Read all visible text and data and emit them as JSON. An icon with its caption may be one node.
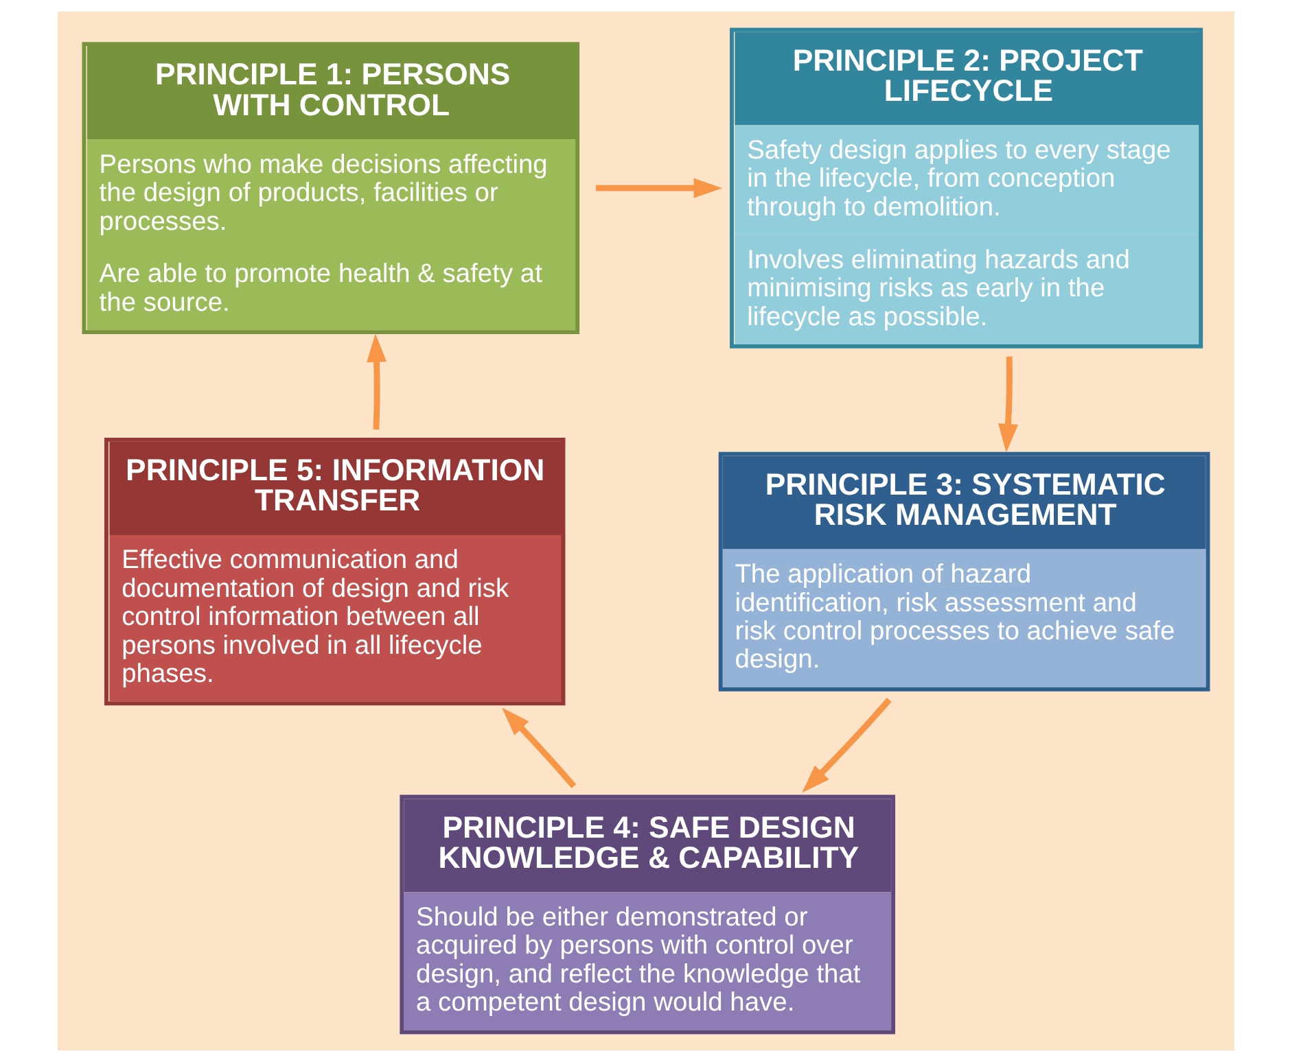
{
  "diagram": {
    "nodes": [
      {
        "text": [
          "PRINCIPLE 1: PERSONS WITH CONTROL",
          "Persons who make decisions affecting the design of products, facilities or processes.",
          "Are able to promote health & safety at the source."
        ]
      },
      {
        "text": [
          "PRINCIPLE 2: PROJECT LIFECYCLE",
          "Safety design applies to every stage in the lifecycle, from conception through to demolition.",
          "Involves eliminating hazards and minimising risks as early in the lifecycle as possible."
        ]
      },
      {
        "text": [
          "PRINCIPLE 3: SYSTEMATIC RISK MANAGEMENT",
          "The application of hazard identification, risk assessment and risk control processes to achieve safe design."
        ]
      },
      {
        "text": [
          "PRINCIPLE 4: SAFE DESIGN KNOWLEDGE & CAPABILITY",
          "Should be either demonstrated or acquired by persons with control over design, and reflect the knowledge that a competent design would have."
        ]
      },
      {
        "text": [
          "PRINCIPLE 5: INFORMATION TRANSFER",
          "Effective communication and documentation of design and risk control information between all persons involved in all lifecycle phases."
        ]
      }
    ],
    "edges": [
      {
        "from": 0,
        "to": 1,
        "arrow": "to"
      },
      {
        "from": 1,
        "to": 2,
        "arrow": "to"
      },
      {
        "from": 2,
        "to": 3,
        "arrow": "to"
      },
      {
        "from": 3,
        "to": 4,
        "arrow": "to"
      },
      {
        "from": 4,
        "to": 0,
        "arrow": "to"
      }
    ]
  }
}
